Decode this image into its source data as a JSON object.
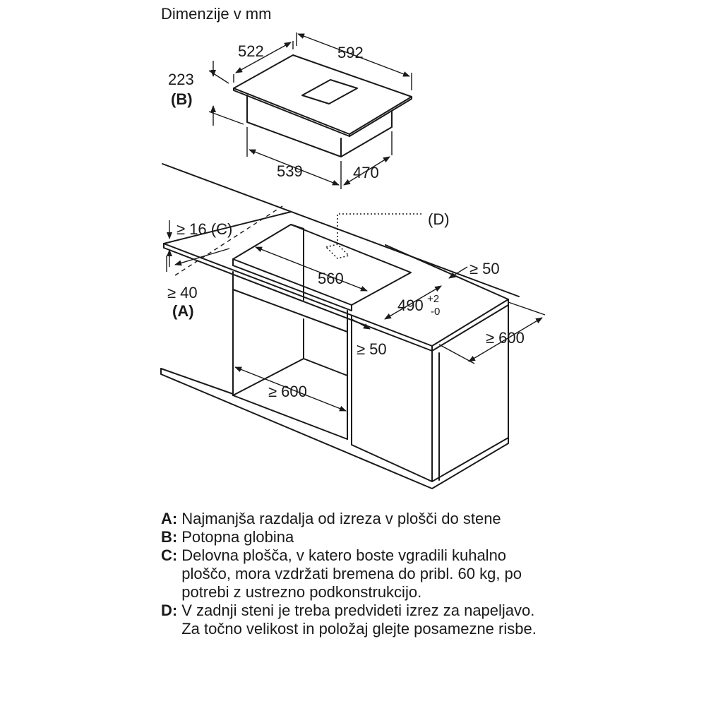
{
  "title": "Dimenzije v mm",
  "dimensions": {
    "hob_width": "592",
    "hob_depth": "522",
    "hob_height": "223",
    "hob_height_ref": "(B)",
    "body_width": "539",
    "body_depth": "470",
    "min_thickness": "≥ 16 (C)",
    "min_wall": "≥ 40",
    "min_wall_ref": "(A)",
    "cutout_width": "560",
    "cutout_depth": "490",
    "cutout_depth_tol_plus": "+2",
    "cutout_depth_tol_minus": "-0",
    "min_right": "≥ 50",
    "min_front": "≥ 50",
    "min_depth": "≥ 600",
    "min_cabinet": "≥ 600",
    "cable_ref": "(D)"
  },
  "legend": [
    {
      "key": "A",
      "text": "Najmanjša razdalja od izreza v plošči do stene"
    },
    {
      "key": "B",
      "text": "Potopna globina"
    },
    {
      "key": "C",
      "text": "Delovna plošča, v katero boste vgradili kuhalno ploščo, mora vzdržati bremena do pribl. 60 kg, po potrebi z ustrezno podkonstrukcijo."
    },
    {
      "key": "D",
      "text": "V zadnji steni je treba predvideti izrez za napeljavo. Za točno velikost in položaj glejte posamezne risbe."
    }
  ]
}
